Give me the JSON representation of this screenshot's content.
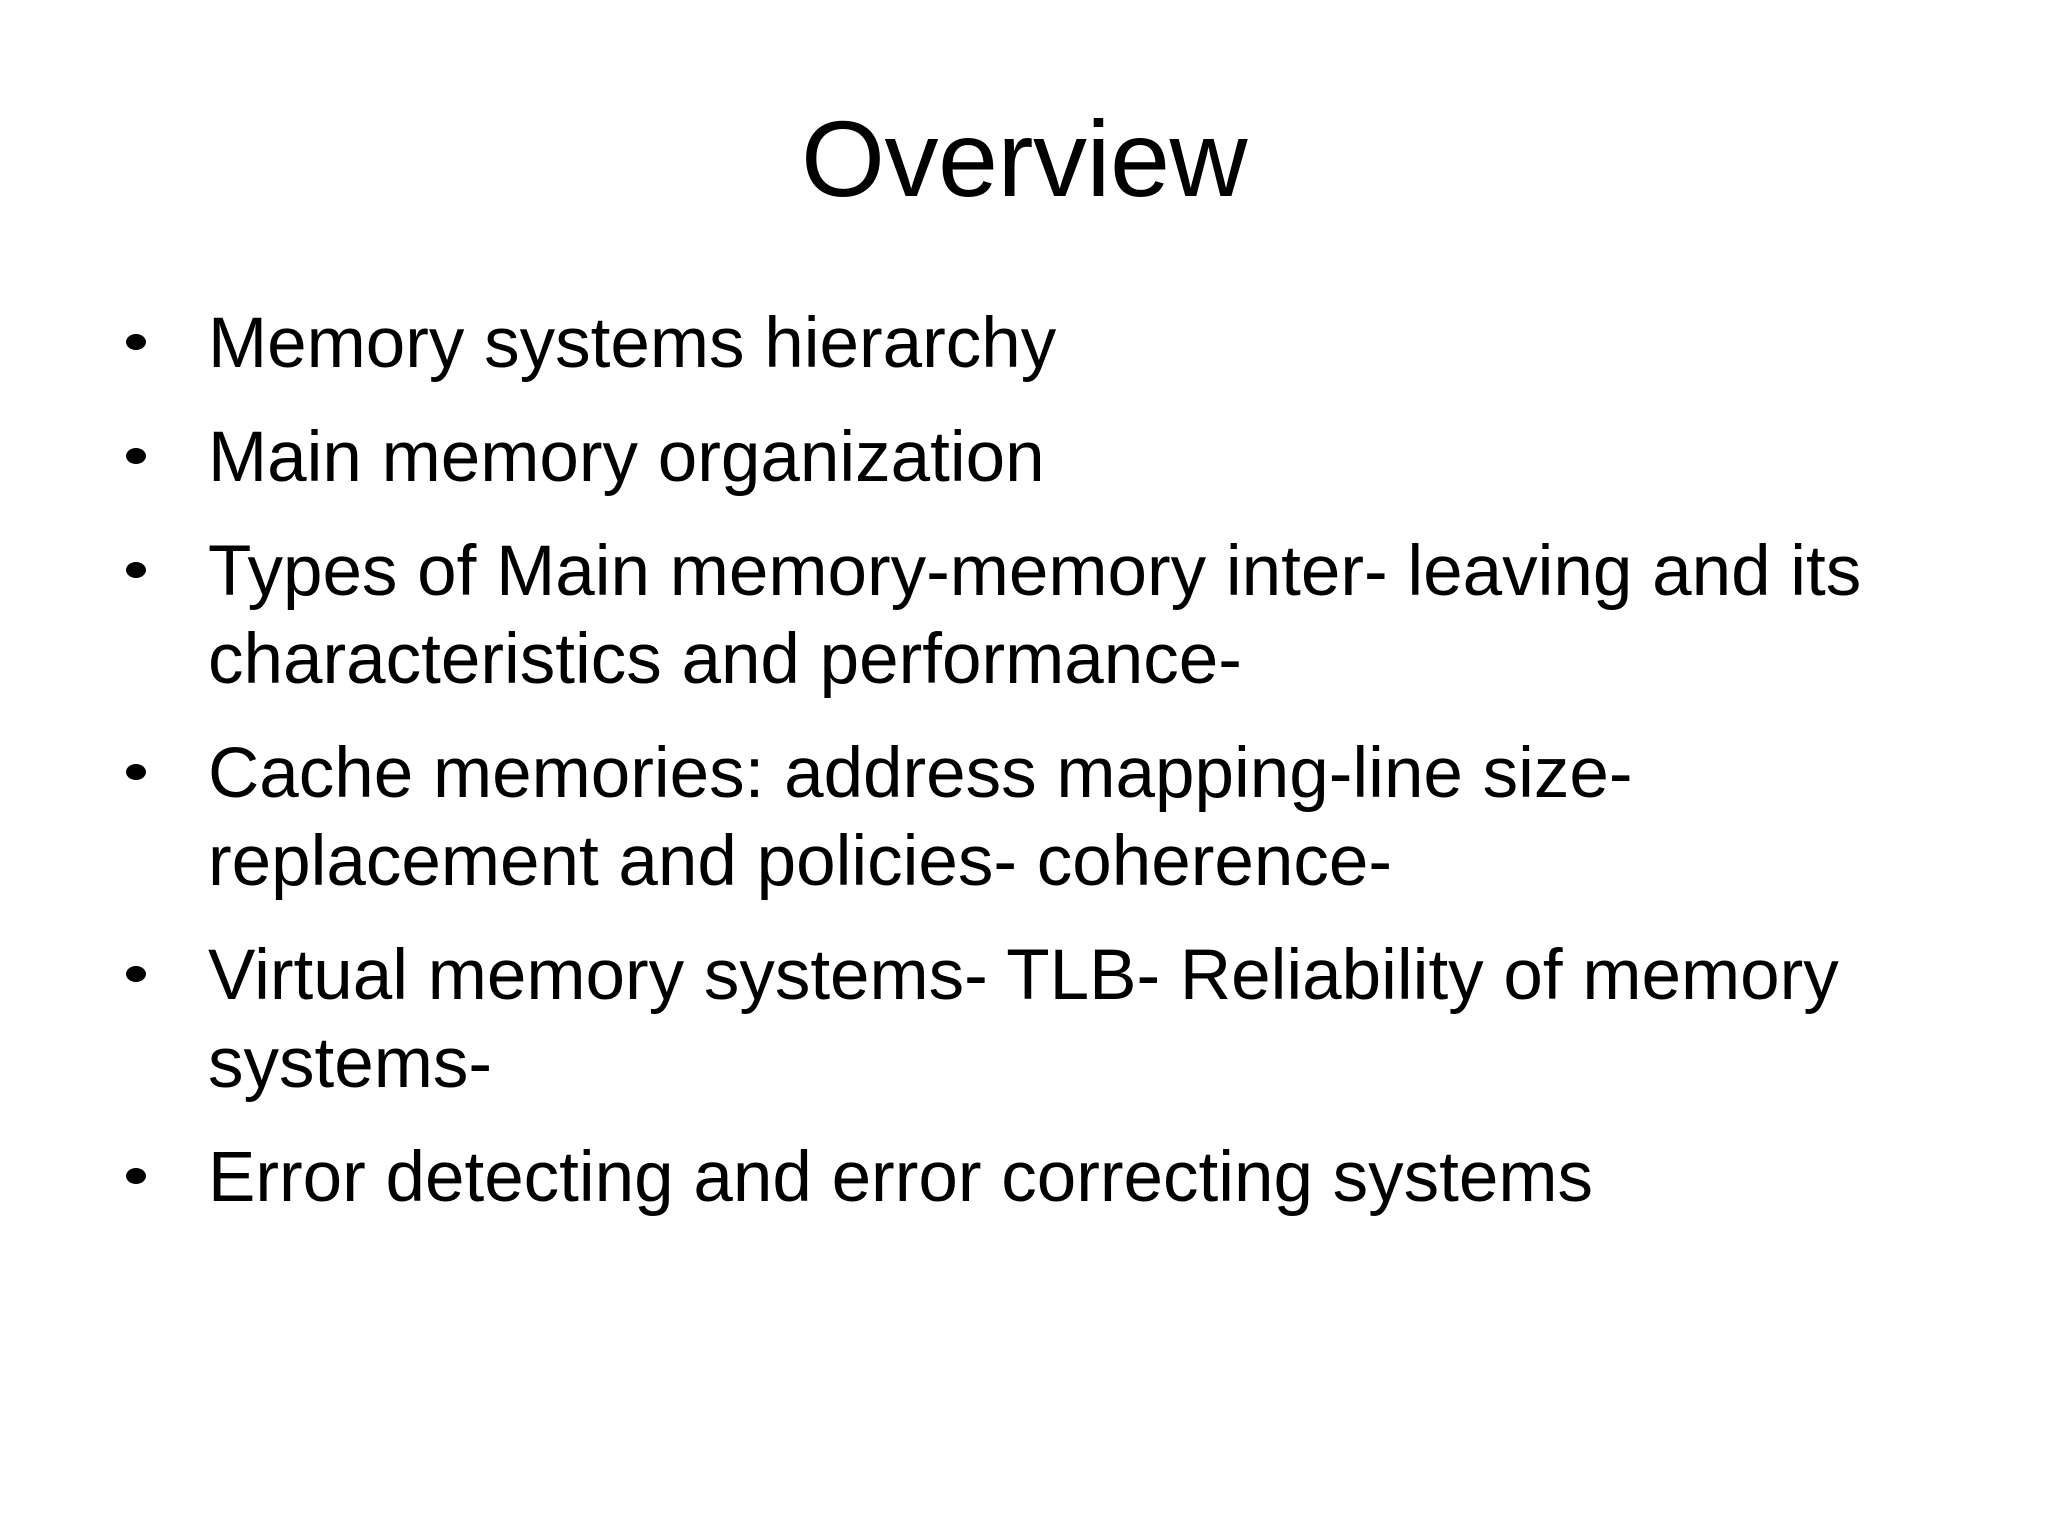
{
  "slide": {
    "title": "Overview",
    "background_color": "#ffffff",
    "text_color": "#000000",
    "bullet_marker": "bullet-dot",
    "bullets": [
      {
        "text": "Memory systems hierarchy"
      },
      {
        "text": "Main memory organization"
      },
      {
        "text": "Types of Main memory-memory inter- leaving and its characteristics and performance-"
      },
      {
        "text": "Cache memories: address mapping-line size-replacement and policies- coherence-"
      },
      {
        "text": "Virtual memory systems- TLB- Reliability of memory systems-"
      },
      {
        "text": "Error detecting and error correcting systems"
      }
    ]
  }
}
